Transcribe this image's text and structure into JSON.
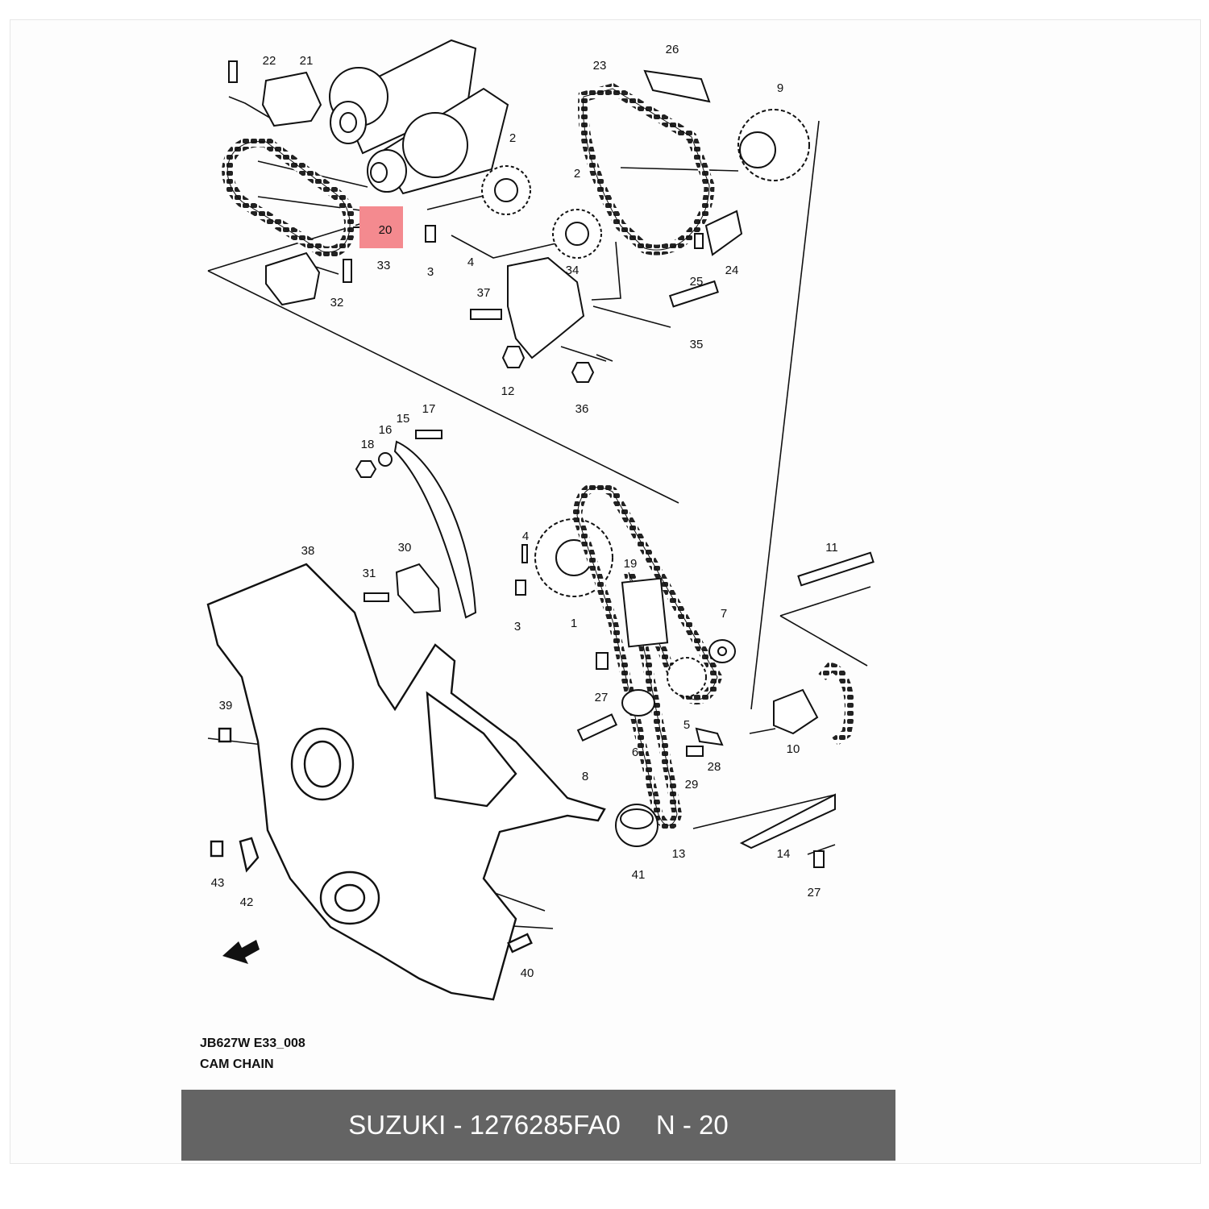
{
  "diagram": {
    "highlight_color": "#f48a8f",
    "callouts": {
      "n1": "1",
      "n2a": "2",
      "n2b": "2",
      "n3a": "3",
      "n3b": "3",
      "n4a": "4",
      "n4b": "4",
      "n5": "5",
      "n6": "6",
      "n7": "7",
      "n8": "8",
      "n9": "9",
      "n10": "10",
      "n11": "11",
      "n12": "12",
      "n13": "13",
      "n14": "14",
      "n15": "15",
      "n16": "16",
      "n17": "17",
      "n18": "18",
      "n19": "19",
      "n20": "20",
      "n21": "21",
      "n22": "22",
      "n23": "23",
      "n24": "24",
      "n25": "25",
      "n26": "26",
      "n27a": "27",
      "n27b": "27",
      "n28": "28",
      "n29": "29",
      "n30": "30",
      "n31": "31",
      "n32": "32",
      "n33": "33",
      "n34": "34",
      "n35": "35",
      "n36": "36",
      "n37": "37",
      "n38": "38",
      "n39": "39",
      "n40": "40",
      "n41": "41",
      "n42": "42",
      "n43": "43"
    },
    "drawing_code": "JB627W E33_008",
    "drawing_title": "CAM CHAIN"
  },
  "footer": {
    "part_number_text": "SUZUKI - 1276285FA0",
    "position_text": "N - 20",
    "background": "#646464"
  }
}
